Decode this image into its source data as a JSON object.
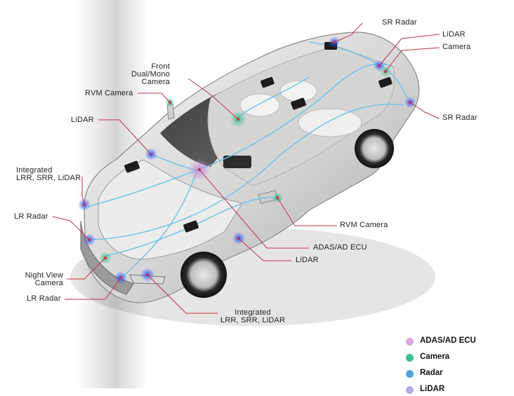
{
  "labels": {
    "sr_radar_top": "SR Radar",
    "lidar_top_right": "LiDAR",
    "camera_top_right": "Camera",
    "front_camera": "Front\nDual/Mono\nCamera",
    "rvm_camera_left": "RVM Camera",
    "lidar_left": "LiDAR",
    "sr_radar_right": "SR Radar",
    "integrated_left": "Integrated\nLRR, SRR, LiDAR",
    "lr_radar_left_top": "LR Radar",
    "rvm_camera_right": "RVM Camera",
    "adas_ecu": "ADAS/AD ECU",
    "lidar_bottom": "LiDAR",
    "night_view_camera": "Night View\nCamera",
    "lr_radar_left_bottom": "LR Radar",
    "integrated_bottom": "Integrated\nLRR, SRR, LiDAR"
  },
  "legend": [
    {
      "label": "ADAS/AD ECU",
      "color": "#d8a8dc"
    },
    {
      "label": "Camera",
      "color": "#3fbf8f"
    },
    {
      "label": "Radar",
      "color": "#4aa8dc"
    },
    {
      "label": "LiDAR",
      "color": "#b8a8e8"
    }
  ],
  "colors": {
    "leader_line": "#c2344a",
    "wiring": "#6fc3e6",
    "car_body": "#e4e4e4"
  }
}
